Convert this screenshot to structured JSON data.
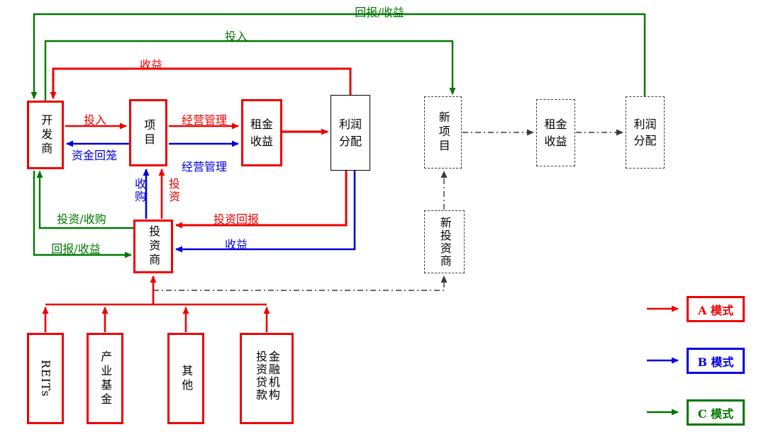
{
  "colors": {
    "mode_a_red": "#ee0000",
    "mode_b_blue": "#0000dd",
    "mode_c_green": "#007700",
    "neutral_black": "#000000"
  },
  "boxes": {
    "developer": {
      "label": "开发商"
    },
    "project": {
      "label": "项目"
    },
    "rent_income": {
      "label": "租金\n收益"
    },
    "profit_distribution": {
      "label": "利润\n分配"
    },
    "investor": {
      "label": "投资商"
    },
    "reits": {
      "label": "REITs"
    },
    "industry_fund": {
      "label": "产业基金"
    },
    "other": {
      "label": "其他"
    },
    "financial_institution": {
      "label": "金融机构投资贷款"
    },
    "new_project": {
      "label": "新项目"
    },
    "rent_income_new": {
      "label": "租金\n收益"
    },
    "profit_distribution_new": {
      "label": "利润\n分配"
    },
    "new_investor": {
      "label": "新投资商"
    }
  },
  "arrow_labels": {
    "return_income_top": "回报/收益",
    "invest_top": "投入",
    "income_top": "收益",
    "invest_dev_to_proj": "投入",
    "capital_return": "资金回笼",
    "operation_mgmt_a": "经营管理",
    "operation_mgmt_b": "经营管理",
    "acquire": "收购",
    "invest_up": "投资",
    "invest_or_acquire": "投资/收购",
    "return_income_left": "回报/收益",
    "investment_return": "投资回报",
    "income_to_investor": "收益"
  },
  "legend": {
    "items": [
      {
        "label": "A 模式",
        "color": "#ee0000"
      },
      {
        "label": "B 模式",
        "color": "#0000dd"
      },
      {
        "label": "C 模式",
        "color": "#007700"
      }
    ]
  }
}
